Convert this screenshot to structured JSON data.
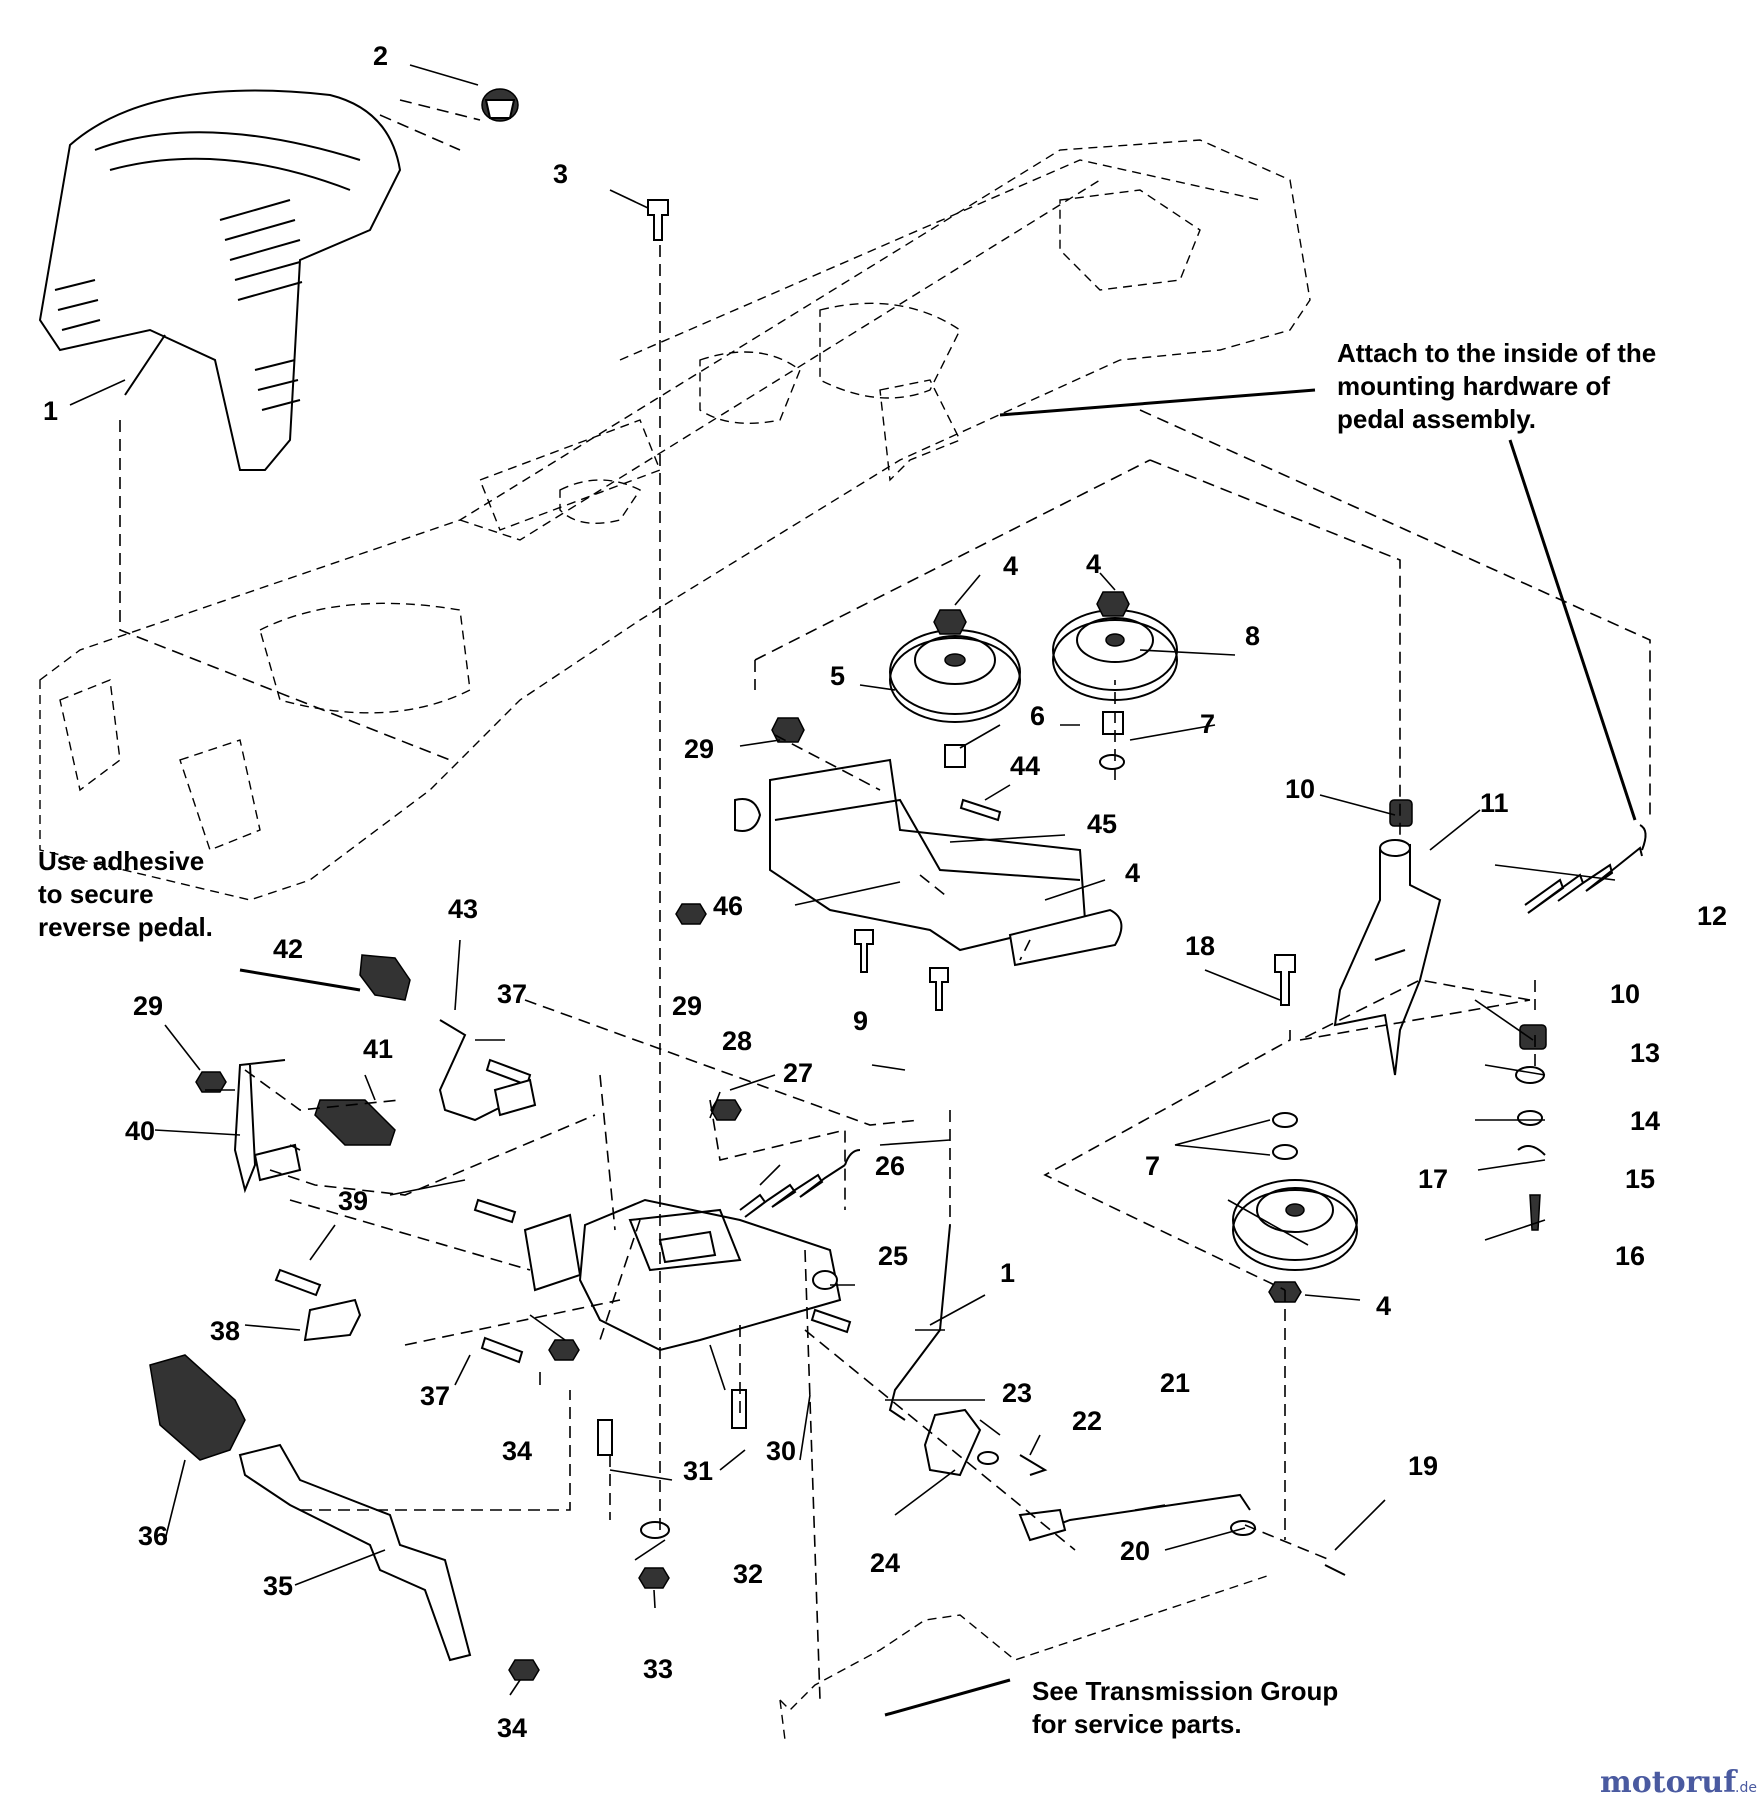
{
  "notes": {
    "attach_line1": "Attach to the inside of the",
    "attach_line2": "mounting hardware of",
    "attach_line3": "pedal assembly.",
    "adhesive_line1": "Use adhesive",
    "adhesive_line2": "to secure",
    "adhesive_line3": "reverse pedal.",
    "transmission_line1": "See Transmission Group",
    "transmission_line2": "for service parts."
  },
  "callouts": {
    "c1a": "1",
    "c1b": "1",
    "c2": "2",
    "c3": "3",
    "c4a": "4",
    "c4b": "4",
    "c4c": "4",
    "c4d": "4",
    "c5": "5",
    "c6": "6",
    "c7a": "7",
    "c7b": "7",
    "c8": "8",
    "c9": "9",
    "c10a": "10",
    "c10b": "10",
    "c11": "11",
    "c12": "12",
    "c13": "13",
    "c14": "14",
    "c15": "15",
    "c16": "16",
    "c17": "17",
    "c18": "18",
    "c19": "19",
    "c20": "20",
    "c21": "21",
    "c22": "22",
    "c23": "23",
    "c24": "24",
    "c25": "25",
    "c26": "26",
    "c27": "27",
    "c28": "28",
    "c29a": "29",
    "c29b": "29",
    "c29c": "29",
    "c30": "30",
    "c31": "31",
    "c32": "32",
    "c33": "33",
    "c34a": "34",
    "c34b": "34",
    "c35": "35",
    "c36": "36",
    "c37a": "37",
    "c37b": "37",
    "c38": "38",
    "c39": "39",
    "c40": "40",
    "c41": "41",
    "c42": "42",
    "c43": "43",
    "c44": "44",
    "c45": "45",
    "c46": "46"
  },
  "watermark": {
    "brand": "motoruf",
    "suffix": ".de"
  }
}
